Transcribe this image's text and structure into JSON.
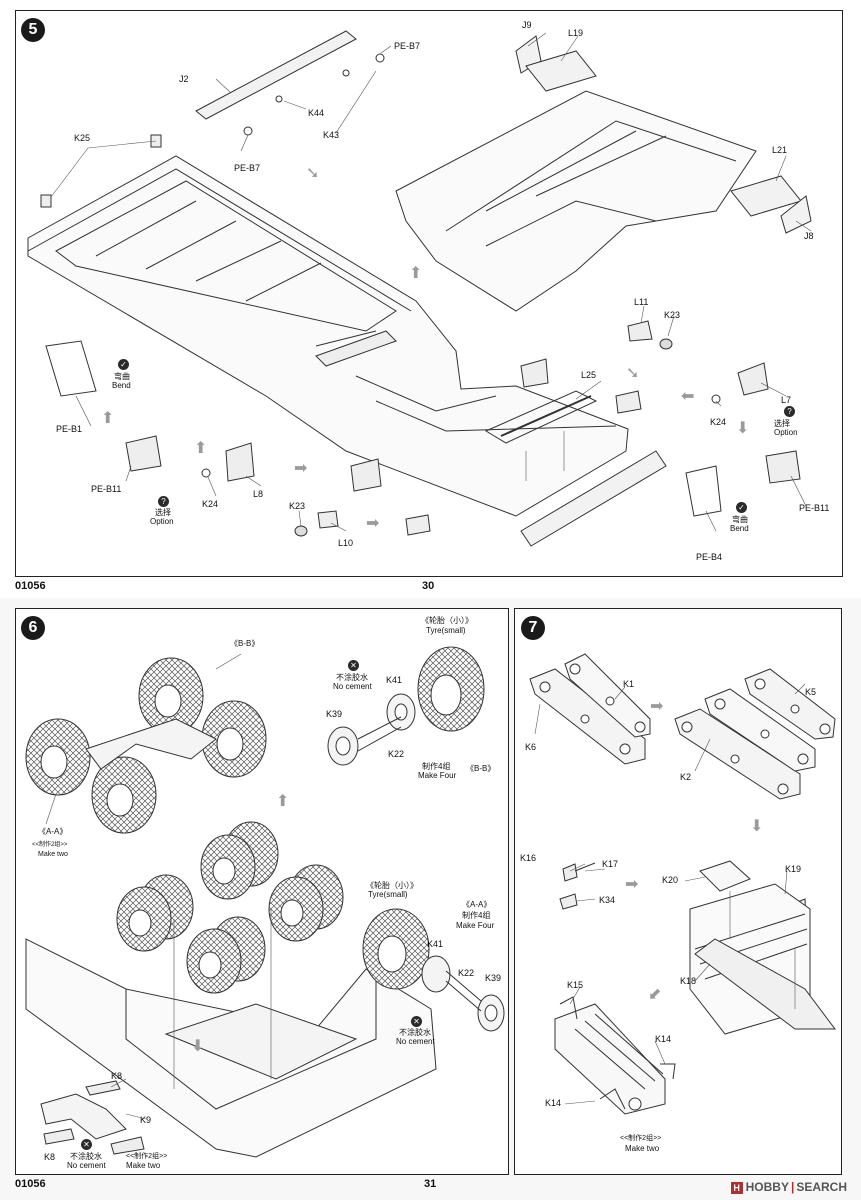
{
  "page30": {
    "footer_code": "01056",
    "page_number": "30",
    "step": "5",
    "labels": {
      "J2": "J2",
      "K44": "K44",
      "K43": "K43",
      "PE_B7_top": "PE-B7",
      "PE_B7_mid": "PE-B7",
      "K25": "K25",
      "J9": "J9",
      "L19": "L19",
      "L21": "L21",
      "J8": "J8",
      "L11": "L11",
      "K23_right": "K23",
      "L25": "L25",
      "K24_right": "K24",
      "L7": "L7",
      "PE_B1": "PE-B1",
      "PE_B11_left": "PE-B11",
      "K24_left": "K24",
      "L8": "L8",
      "K23_left": "K23",
      "L10": "L10",
      "PE_B4": "PE-B4",
      "PE_B11_right": "PE-B11"
    },
    "bend_left": {
      "cn": "弯曲",
      "en": "Bend"
    },
    "bend_right": {
      "cn": "弯曲",
      "en": "Bend"
    },
    "option_left": {
      "cn": "选择",
      "en": "Option"
    },
    "option_right": {
      "cn": "选择",
      "en": "Option"
    }
  },
  "page31": {
    "footer_code": "01056",
    "page_number": "31",
    "step6": {
      "step": "6",
      "labels": {
        "BB_top": "《B-B》",
        "AA_left": "《A-A》",
        "make_two_left_cn": "<<制作2组>>",
        "make_two_left_en": "Make two",
        "tyre_top_cn": "《轮胎（小）》",
        "tyre_top_en": "Tyre(small)",
        "no_cement_top_cn": "不涂胶水",
        "no_cement_top_en": "No cement",
        "K41_top": "K41",
        "K39_top": "K39",
        "K22_top": "K22",
        "make_four_top_cn": "制作4组",
        "make_four_top_en": "Make Four",
        "BB_make": "《B-B》",
        "tyre_mid_cn": "《轮胎（小）》",
        "tyre_mid_en": "Tyre(small)",
        "AA_right": "《A-A》",
        "make_four_mid_cn": "制作4组",
        "make_four_mid_en": "Make Four",
        "K41_mid": "K41",
        "K22_mid": "K22",
        "K39_mid": "K39",
        "no_cement_mid_cn": "不涂胶水",
        "no_cement_mid_en": "No cement",
        "K8_top": "K8",
        "K9": "K9",
        "K8_bottom": "K8",
        "no_cement_bottom_cn": "不涂胶水",
        "no_cement_bottom_en": "No cement",
        "make_two_bottom_cn": "<<制作2组>>",
        "make_two_bottom_en": "Make two"
      }
    },
    "step7": {
      "step": "7",
      "labels": {
        "K1": "K1",
        "K6": "K6",
        "K5": "K5",
        "K2": "K2",
        "K16": "K16",
        "K17": "K17",
        "K34": "K34",
        "K20": "K20",
        "K19": "K19",
        "K18": "K18",
        "K15": "K15",
        "K14_right": "K14",
        "K14_left": "K14",
        "make_two_cn": "<<制作2组>>",
        "make_two_en": "Make two"
      }
    },
    "watermark": {
      "brand": "HOBBY",
      "brand2": "SEARCH",
      "mark": "H"
    }
  }
}
